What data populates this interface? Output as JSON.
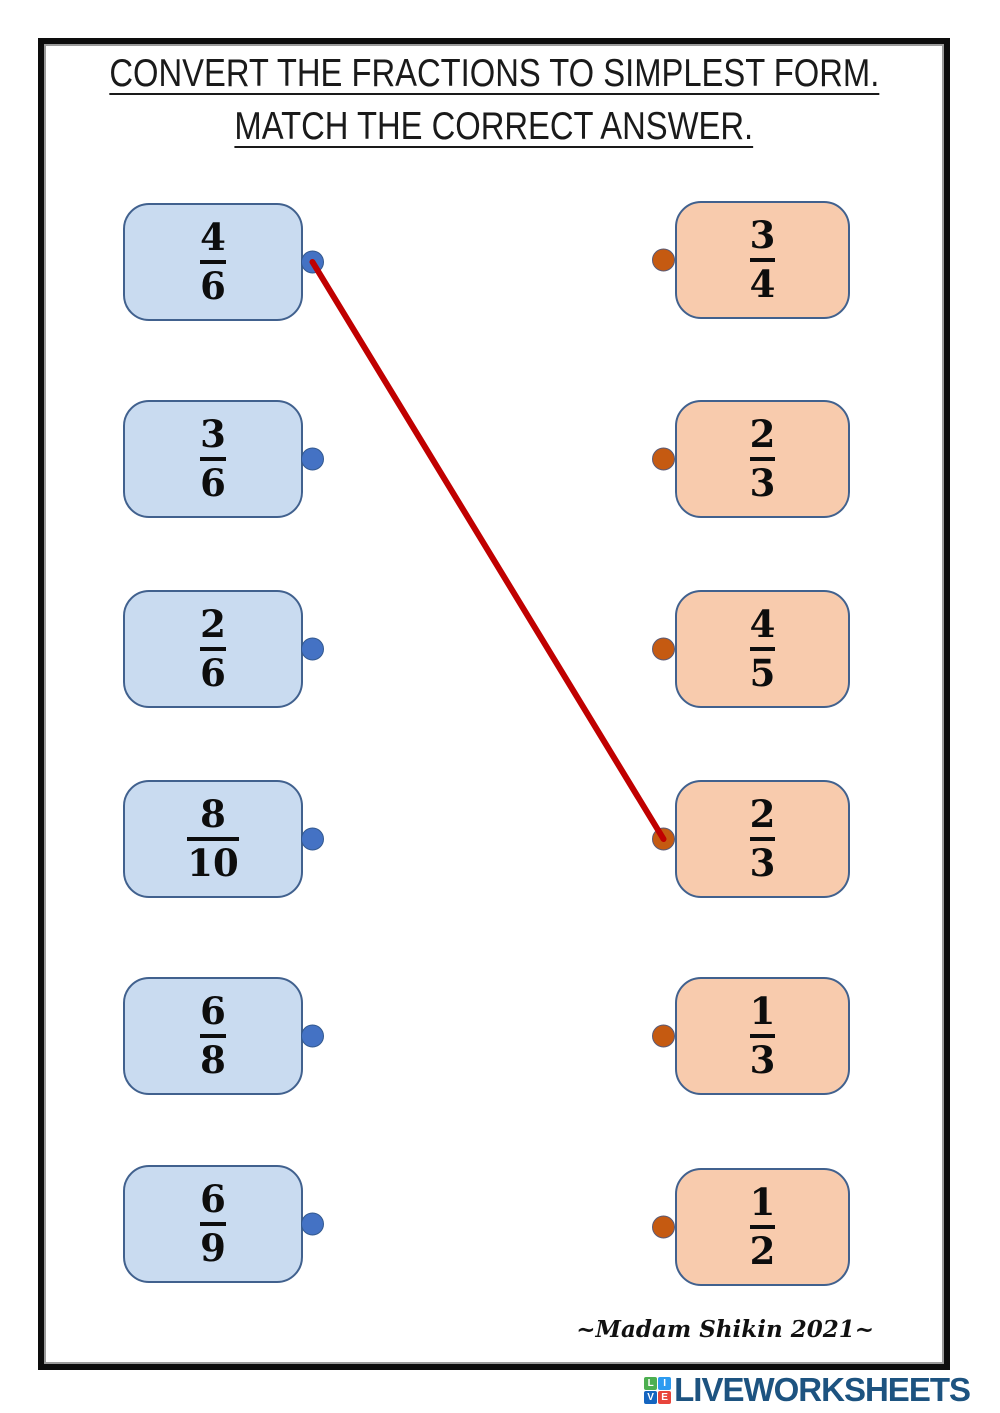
{
  "title": {
    "line1": "CONVERT THE FRACTIONS TO SIMPLEST FORM.",
    "line2": "MATCH THE CORRECT ANSWER."
  },
  "left_cards": [
    {
      "numerator": "4",
      "denominator": "6"
    },
    {
      "numerator": "3",
      "denominator": "6"
    },
    {
      "numerator": "2",
      "denominator": "6"
    },
    {
      "numerator": "8",
      "denominator": "10"
    },
    {
      "numerator": "6",
      "denominator": "8"
    },
    {
      "numerator": "6",
      "denominator": "9"
    }
  ],
  "right_cards": [
    {
      "numerator": "3",
      "denominator": "4"
    },
    {
      "numerator": "2",
      "denominator": "3"
    },
    {
      "numerator": "4",
      "denominator": "5"
    },
    {
      "numerator": "2",
      "denominator": "3"
    },
    {
      "numerator": "1",
      "denominator": "3"
    },
    {
      "numerator": "1",
      "denominator": "2"
    }
  ],
  "connections": [
    {
      "from": 0,
      "to": 3
    }
  ],
  "footer": {
    "credit": "~Madam Shikin 2021~"
  },
  "branding": {
    "name": "LIVEWORKSHEETS",
    "squares": [
      {
        "letter": "L",
        "color": "#4caf50"
      },
      {
        "letter": "I",
        "color": "#2d9bf0"
      },
      {
        "letter": "V",
        "color": "#1565c0"
      },
      {
        "letter": "E",
        "color": "#e8453c"
      }
    ]
  },
  "colors": {
    "left_card_bg": "#c9dbf0",
    "left_card_border": "#41618e",
    "left_dot": "#4472c4",
    "right_card_bg": "#f8cbad",
    "right_card_border": "#41618e",
    "right_dot": "#c55a11",
    "line": "#c00000",
    "logo_text": "#1d5380"
  }
}
